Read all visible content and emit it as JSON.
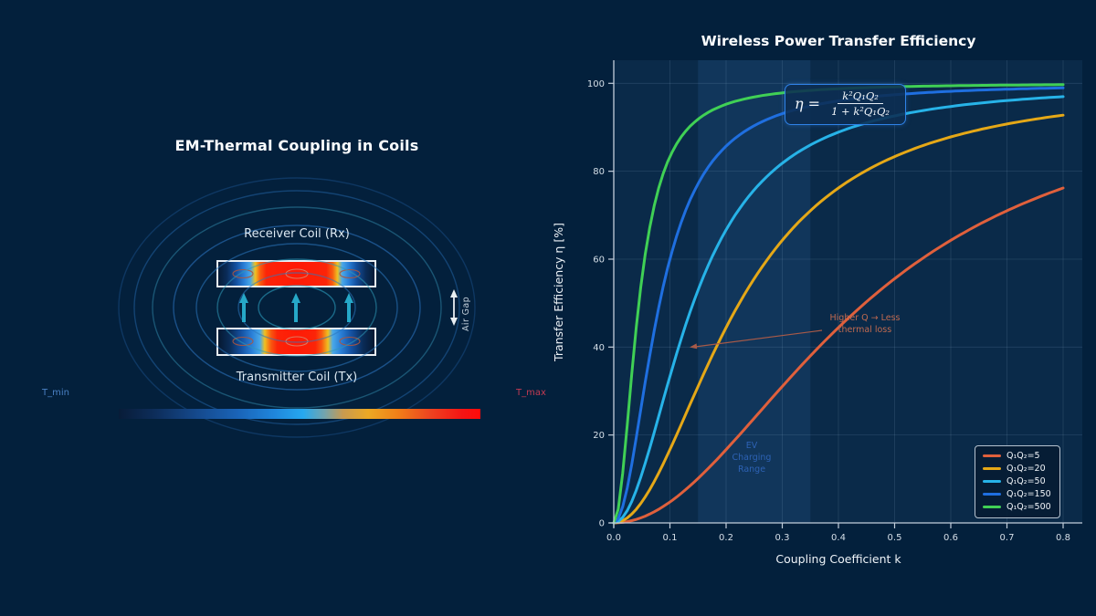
{
  "left_panel": {
    "title": "EM-Thermal Coupling in Coils",
    "receiver_label": "Receiver Coil (Rx)",
    "transmitter_label": "Transmitter Coil (Tx)",
    "air_gap_label": "Air Gap",
    "colorbar": {
      "min_label": "T_min",
      "max_label": "T_max",
      "min_label_color": "#4a81c4",
      "max_label_color": "#c23a52"
    },
    "flux_arrow_color": "#26a8c8",
    "coil_border_color": "#e9eff4"
  },
  "chart": {
    "title": "Wireless Power Transfer Efficiency",
    "equation": {
      "lhs": "η =",
      "numerator": "k²Q₁Q₂",
      "denominator": "1 + k²Q₁Q₂"
    },
    "annotation": {
      "line1": "Higher Q → Less",
      "line2": "thermal loss"
    },
    "band_label": {
      "line1": "EV",
      "line2": "Charging",
      "line3": "Range"
    }
  },
  "chart_data": {
    "type": "line",
    "title": "Wireless Power Transfer Efficiency",
    "xlabel": "Coupling Coefficient k",
    "ylabel": "Transfer Efficiency η [%]",
    "xlim": [
      0,
      0.8
    ],
    "ylim": [
      0,
      105
    ],
    "xticks": [
      0.0,
      0.1,
      0.2,
      0.3,
      0.4,
      0.5,
      0.6,
      0.7,
      0.8
    ],
    "yticks": [
      0,
      20,
      40,
      60,
      80,
      100
    ],
    "grid": true,
    "legend_position": "lower right",
    "formula_note": "η[%] = 100·k²Q₁Q₂ / (1 + k²Q₁Q₂)",
    "x_samples": [
      0,
      0.1,
      0.2,
      0.3,
      0.4,
      0.5,
      0.6,
      0.7,
      0.8
    ],
    "series": [
      {
        "name": "Q₁Q₂=5",
        "q_product": 5,
        "color": "#e0603c",
        "values": [
          0,
          4.8,
          16.7,
          31.0,
          44.4,
          55.6,
          64.3,
          71.0,
          76.2
        ]
      },
      {
        "name": "Q₁Q₂=20",
        "q_product": 20,
        "color": "#e5a817",
        "values": [
          0,
          16.7,
          44.4,
          64.3,
          76.2,
          83.3,
          87.8,
          90.7,
          92.8
        ]
      },
      {
        "name": "Q₁Q₂=50",
        "q_product": 50,
        "color": "#27b3e8",
        "values": [
          0,
          33.3,
          66.7,
          81.8,
          88.9,
          92.6,
          94.7,
          96.1,
          97.0
        ]
      },
      {
        "name": "Q₁Q₂=150",
        "q_product": 150,
        "color": "#1f6fe0",
        "values": [
          0,
          60.0,
          85.7,
          93.1,
          96.0,
          97.4,
          98.2,
          98.7,
          99.0
        ]
      },
      {
        "name": "Q₁Q₂=500",
        "q_product": 500,
        "color": "#40d055",
        "values": [
          0,
          83.3,
          95.2,
          97.8,
          98.8,
          99.2,
          99.4,
          99.6,
          99.7
        ]
      }
    ],
    "highlight_band": {
      "x_start": 0.15,
      "x_end": 0.35,
      "label": "EV Charging Range"
    },
    "annotation": {
      "text": "Higher Q → Less thermal loss",
      "arrow_points_to": {
        "k": 0.13,
        "eta": 40
      }
    }
  }
}
